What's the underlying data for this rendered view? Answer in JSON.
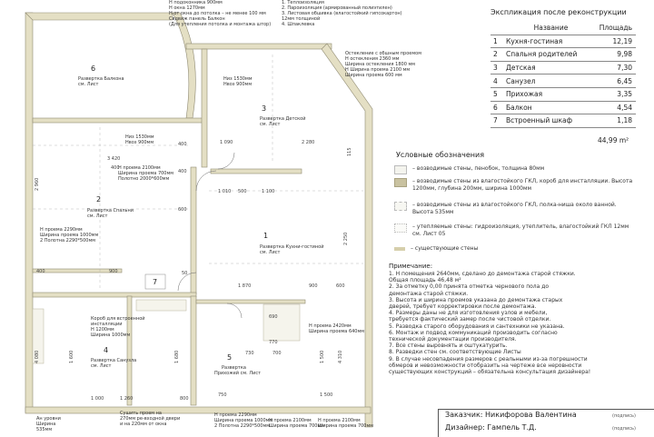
{
  "explication": {
    "title": "Экспликация после реконструкции",
    "headers": [
      "Название",
      "Площадь"
    ],
    "rows": [
      {
        "n": "1",
        "name": "Кухня-гостиная",
        "area": "12,19"
      },
      {
        "n": "2",
        "name": "Спальня родителей",
        "area": "9,98"
      },
      {
        "n": "3",
        "name": "Детская",
        "area": "7,30"
      },
      {
        "n": "4",
        "name": "Санузел",
        "area": "6,45"
      },
      {
        "n": "5",
        "name": "Прихожая",
        "area": "3,35"
      },
      {
        "n": "6",
        "name": "Балкон",
        "area": "4,54"
      },
      {
        "n": "7",
        "name": "Встроенный шкаф",
        "area": "1,18"
      }
    ],
    "total": "44,99 m²"
  },
  "legend": {
    "title": "Условные обозначения",
    "items": [
      {
        "text": "– возводимые стены, пенобок, толщина 80мм",
        "color": "#f4f4ee"
      },
      {
        "text": "– возводимые стены из влагостойкого ГКЛ, короб для инсталляции. Высота 1200мм, глубина 200мм, ширина 1000мм",
        "color": "#c9c2a0"
      },
      {
        "text": "– возводимые стены из влагостойкого ГКЛ, полка-ниша около ванной. Высота 535мм",
        "color": "#f7f7f2"
      },
      {
        "text": "– утепляемые стены: гидроизоляция, утеплитель, влагостойкий ГКЛ 12мм см. Лист 05",
        "color": "#fbfbf8"
      },
      {
        "text": "– существующие стены",
        "color": "#d6cfac"
      }
    ]
  },
  "notes": {
    "title": "Примечание:",
    "lines": [
      "1. Н помещения 2640мм, сделано до демонтажа старой стяжки.",
      "Общая площадь 46,48 м²",
      "2. За отметку 0,00 принята отметка чернового пола до",
      "демонтажа старой стяжки.",
      "3. Высота и ширина проемов указана до демонтажа старых",
      "дверей, требует корректировки после демонтажа.",
      "4. Размеры даны не для изготовления узлов и мебели,",
      "требуется фактический замер после чистовой отделки.",
      "5. Разводка старого оборудования и сантехники не указана.",
      "6. Монтаж и подвод коммуникаций производить согласно",
      "технической документации производителя.",
      "7. Все стены выровнять и оштукатурить.",
      "8. Разведки стен см. соответствующие Листы",
      "9. В случае несовпадения размеров с реальными из-за погрешности",
      "обмеров и невозможности отобразить на чертеже все неровности",
      "существующих конструкций – обязательна консультация дизайнера!"
    ]
  },
  "stamp": {
    "customer": "Заказчик: Никифорова Валентина",
    "designer": "Дизайнер: Гампель Т.Д.",
    "sign": "(подпись)"
  },
  "rooms": [
    {
      "num": "6",
      "l1": "Развертка Балкона",
      "l2": "см. Лист"
    },
    {
      "num": "3",
      "l1": "Развертка Детской",
      "l2": "см. Лист"
    },
    {
      "num": "2",
      "l1": "Развертка Спальни",
      "l2": "см. Лист"
    },
    {
      "num": "1",
      "l1": "Развертка Кухни-гостиной",
      "l2": "см. Лист"
    },
    {
      "num": "7",
      "l1": "",
      "l2": ""
    },
    {
      "num": "4",
      "l1": "Развертка Санузла",
      "l2": "см. Лист"
    },
    {
      "num": "5",
      "l1": "Развертка",
      "l2": "Прихожей см. Лист"
    }
  ],
  "top_notes": [
    "Н подоконника 900мм",
    "Н окна 1270мм",
    "Н от окна до потолка – не менее 100 мм",
    "Свдвиж панель Балкон",
    "(Для утепления потолка и монтажа штор)"
  ],
  "top_notes_right": [
    "1. Теплоизоляция",
    "2. Пароизоляция (армированный полиэтилен)",
    "3. Листовая обшивка (влагостойкий гипсокартон)",
    "12мм толщиной",
    "4. Шпаклевка"
  ],
  "window_note": [
    "Остекление с обшным проемом",
    "Н остекления 2360 мм",
    "Ширина остекления 1800 мм",
    "Н Ширина проема 2100 мм",
    "Ширина проема 600 мм"
  ],
  "plan_notes": [
    {
      "id": "n-nisha",
      "lines": [
        "Низ 1530мм",
        "Нвоз 900мм"
      ]
    },
    {
      "id": "n-nisha2",
      "lines": [
        "Низ 1530мм",
        "Нвоз 900мм"
      ]
    },
    {
      "id": "n-prohod",
      "lines": [
        "Н проема 2100мм",
        "Ширина проема 700мм",
        "Полотно 2000*600мм"
      ]
    },
    {
      "id": "n-door2",
      "lines": [
        "Н проема 2290мм",
        "Ширина проема 1000мм",
        "2 Полотна 2290*500мм"
      ]
    },
    {
      "id": "n-korob",
      "lines": [
        "Короб для встроенной",
        "инсталляции",
        "Н 1200мм",
        "Ширина 1000мм"
      ]
    },
    {
      "id": "n-door1",
      "lines": [
        "Н проема 2420мм",
        "Ширина проема 640мм"
      ]
    },
    {
      "id": "n-bot1",
      "lines": [
        "Сушить проем на",
        "270мм ре-входной двери",
        "и на 220мм от окна"
      ]
    },
    {
      "id": "n-bot2",
      "lines": [
        "Н проема 2290мм",
        "Ширина проема 1000мм",
        "2 Полотна 2290*500мм"
      ]
    },
    {
      "id": "n-bot3",
      "lines": [
        "Н проема 2100мм",
        "Ширина проема 700мм"
      ]
    },
    {
      "id": "n-bot4",
      "lines": [
        "Н проема 2100мм",
        "Ширина проема 700мм"
      ]
    },
    {
      "id": "n-botleft",
      "lines": [
        "Ан уровни",
        "Ширина",
        "535мм"
      ]
    }
  ],
  "dims": [
    "3 420",
    "2 960",
    "400",
    "1 090",
    "2 280",
    "1 010",
    "500",
    "1 100",
    "2 250",
    "1 870",
    "900",
    "600",
    "600",
    "4 080",
    "1 600",
    "1 500",
    "770",
    "700",
    "730",
    "690",
    "750",
    "1 260",
    "1 000",
    "800",
    "1 680",
    "1 500",
    "4 310",
    "115",
    "50",
    "900",
    "400",
    "400",
    "400"
  ]
}
